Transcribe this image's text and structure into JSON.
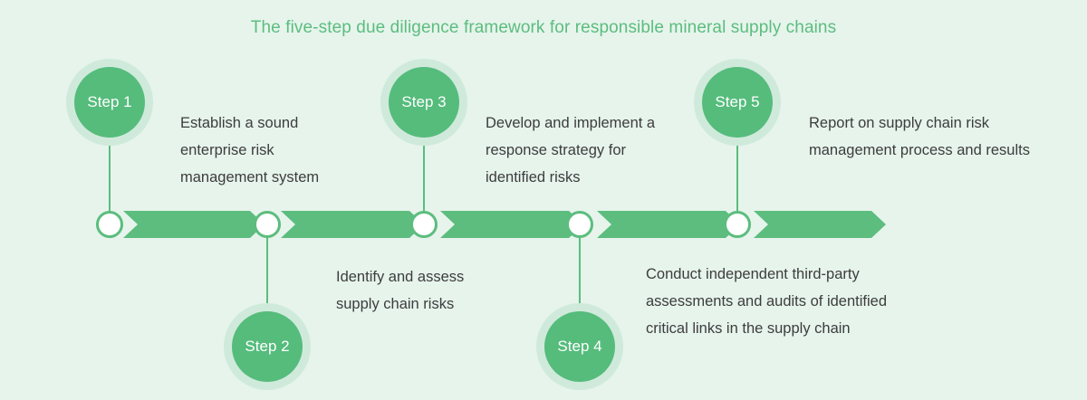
{
  "title": "The five-step due diligence framework for responsible mineral supply chains",
  "colors": {
    "background": "#e6f4ec",
    "accent_green": "#5cbd7e",
    "circle_fill": "#55bc7c",
    "halo": "#cfeadb",
    "node_fill": "#ffffff",
    "text": "#3d3d3d",
    "title_text": "#5cbd7e"
  },
  "steps": [
    {
      "label": "Step 1",
      "description": "Establish a sound enterprise risk management system",
      "position": "above"
    },
    {
      "label": "Step 2",
      "description": "Identify and assess supply chain risks",
      "position": "below"
    },
    {
      "label": "Step 3",
      "description": "Develop and implement a response strategy for identified risks",
      "position": "above"
    },
    {
      "label": "Step 4",
      "description": "Conduct independent third-party assessments and audits of identified critical links in the supply chain",
      "position": "below"
    },
    {
      "label": "Step 5",
      "description": "Report on supply chain risk management process and results",
      "position": "above"
    }
  ]
}
